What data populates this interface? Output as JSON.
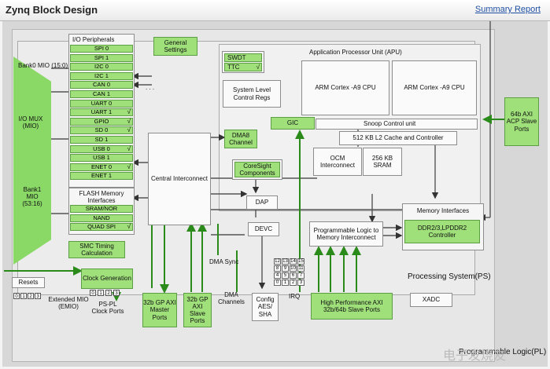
{
  "header": {
    "title": "Zynq Block Design",
    "summary_link": "Summary Report"
  },
  "mio": {
    "bank0": "Bank0 MIO (15:0)",
    "mux": "I/O MUX (MIO)",
    "bank1": "Bank1 MIO (53:16)"
  },
  "io_peripherals": {
    "title": "I/O Peripherals",
    "items": [
      "SPI 0",
      "SPI 1",
      "I2C 0",
      "I2C 1",
      "CAN 0",
      "CAN 1",
      "UART 0",
      "UART 1",
      "GPIO",
      "SD 0",
      "SD 1",
      "USB 0",
      "USB 1",
      "ENET 0",
      "ENET 1"
    ],
    "checked": [
      false,
      false,
      false,
      false,
      false,
      false,
      false,
      true,
      true,
      true,
      false,
      true,
      false,
      true,
      false
    ]
  },
  "flash": {
    "title": "FLASH Memory Interfaces",
    "items": [
      "SRAM/NOR",
      "NAND",
      "QUAD SPI"
    ],
    "checked": [
      false,
      false,
      true
    ]
  },
  "blocks": {
    "general_settings": "General Settings",
    "swdt": "SWDT",
    "ttc": "TTC",
    "system_level": "System Level Control Regs",
    "apu_title": "Application Processor Unit (APU)",
    "cpu0": "ARM Cortex -A9 CPU",
    "cpu1": "ARM Cortex -A9 CPU",
    "gic": "GIC",
    "snoop": "Snoop Control unit",
    "l2": "512 KB L2 Cache and Controller",
    "ocm": "OCM Interconnect",
    "sram": "256 KB SRAM",
    "dma8": "DMA8 Channel",
    "coresight": "CoreSight Components",
    "dap": "DAP",
    "devc": "DEVC",
    "central": "Central Interconnect",
    "smc": "SMC Timing Calculation",
    "mem_if": "Memory Interfaces",
    "ddr": "DDR2/3,LPDDR2 Controller",
    "pl2mem": "Programmable Logic to Memory Interconnect",
    "acp": "64b AXI ACP Slave Ports",
    "gp_master": "32b GP AXI Master Ports",
    "gp_slave": "32b GP AXI Slave Ports",
    "hp": "High Performance AXI 32b/64b Slave Ports",
    "clock": "Clock Generation",
    "resets": "Resets",
    "config": "Config AES/ SHA",
    "xadc": "XADC"
  },
  "labels": {
    "dma_sync": "DMA Sync",
    "dma_channels": "DMA Channels",
    "irq": "IRQ",
    "ps": "Processing System(PS)",
    "pl": "Programmable Logic(PL)",
    "emio": "Extended MIO (EMIO)",
    "pspl_clock": "PS-PL Clock Ports",
    "ellipsis": ". . ."
  },
  "reset_nums": [
    "0",
    "1",
    "2",
    "3"
  ],
  "clock_nums": [
    "0",
    "1",
    "2",
    "3"
  ],
  "irq_nums": [
    "12",
    "13",
    "14",
    "15",
    "8",
    "9",
    "10",
    "11",
    "4",
    "5",
    "6",
    "7",
    "0",
    "1",
    "2",
    "3"
  ],
  "watermark": "电子发烧友",
  "colors": {
    "green_block": "#9fe07a",
    "arrow": "#2a8a1a",
    "line": "#444444"
  }
}
